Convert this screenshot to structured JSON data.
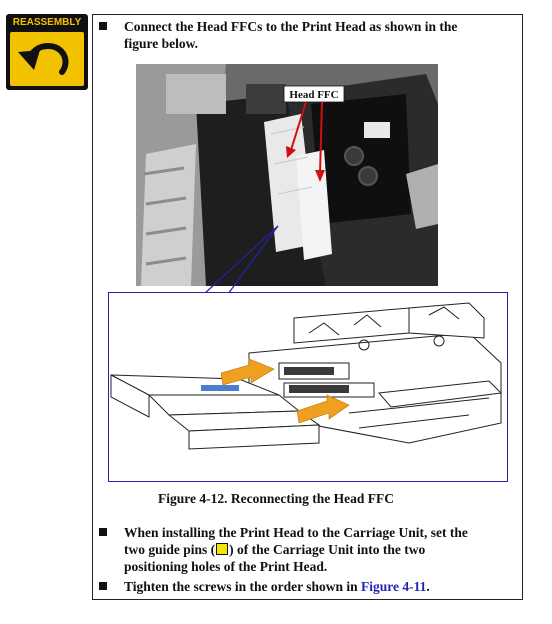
{
  "badge": {
    "label": "REASSEMBLY",
    "icon": "undo-arrow-icon",
    "accent": "#f2c200"
  },
  "steps": [
    {
      "line1": "Connect the Head FFCs to the Print Head as shown in the",
      "line2": "figure below."
    },
    {
      "line1": "When installing the Print Head to the Carriage Unit, set the",
      "line2a": "two guide pins (",
      "line2b": ") of the Carriage Unit into the two",
      "line3": "positioning holes of the Print Head."
    },
    {
      "text": "Tighten the screws in the order shown in ",
      "link": "Figure 4-11",
      "tail": "."
    }
  ],
  "photo": {
    "callout": "Head FFC"
  },
  "figure": {
    "caption": "Figure 4-12.  Reconnecting the Head FFC"
  },
  "colors": {
    "link": "#2323b8",
    "zoom_frame": "#2323a8",
    "arrow": "#f0a020",
    "guide_pin": "#f2e600"
  }
}
